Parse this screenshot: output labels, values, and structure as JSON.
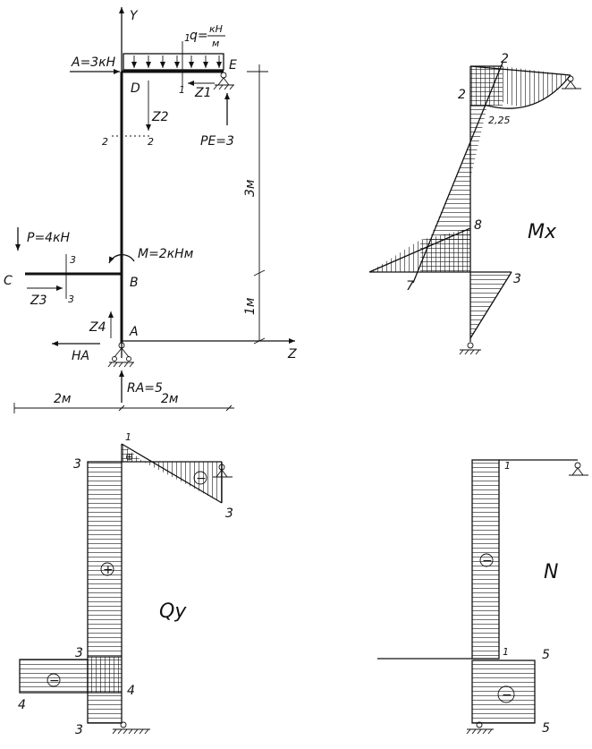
{
  "frame": {
    "axis_y": "Y",
    "axis_z": "Z",
    "load_A": "A=3кН",
    "load_q": "q=",
    "q_num": "кН",
    "q_den": "м",
    "point_D": "D",
    "point_E": "E",
    "point_B": "B",
    "point_C": "C",
    "point_A": "A",
    "sec1_left": "1",
    "sec1_right": "1",
    "z1": "Z1",
    "z2": "Z2",
    "sec2_left": "2",
    "sec2_right": "2",
    "pe": "PE=3",
    "dim_3m": "3м",
    "dim_1m": "1м",
    "force_p": "P=4кН",
    "moment_m": "M=2кНм",
    "sec3_top": "3",
    "sec3_bottom": "3",
    "z3": "Z3",
    "z4": "Z4",
    "ha": "HA",
    "ra": "RA=5",
    "dim_left": "2м",
    "dim_right": "2м"
  },
  "mx": {
    "title": "Mx",
    "v_top": "2",
    "v_left": "2",
    "v_225": "2,25",
    "v_8": "8",
    "v_7": "7",
    "v_3": "3"
  },
  "qy": {
    "title": "Qy",
    "v_top_left": "3",
    "v_1": "1",
    "v_right": "3",
    "v_mid": "3",
    "v_4_left": "4",
    "v_4_right": "4",
    "v_bottom": "3",
    "sign_plus_small": "⊕",
    "sign_plus": "+",
    "sign_minus_right": "−",
    "sign_minus_left": "−"
  },
  "n": {
    "title": "N",
    "v_1_top": "1",
    "v_1_mid": "1",
    "v_5_top": "5",
    "v_5_bottom": "5",
    "sign_minus_top": "−",
    "sign_minus_bottom": "−"
  }
}
